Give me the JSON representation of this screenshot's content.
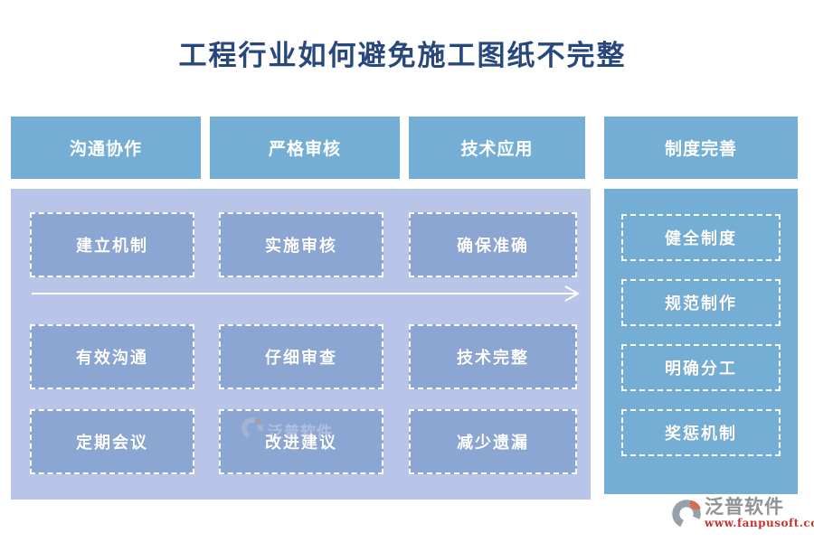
{
  "title": "工程行业如何避免施工图纸不完整",
  "columns": [
    {
      "header": "沟通协作",
      "items": [
        "建立机制",
        "有效沟通",
        "定期会议"
      ]
    },
    {
      "header": "严格审核",
      "items": [
        "实施审核",
        "仔细审查",
        "改进建议"
      ]
    },
    {
      "header": "技术应用",
      "items": [
        "确保准确",
        "技术完整",
        "减少遗漏"
      ]
    },
    {
      "header": "制度完善",
      "items": [
        "健全制度",
        "规范制作",
        "明确分工",
        "奖惩机制"
      ]
    }
  ],
  "branding": {
    "logo_text": "泛普软件",
    "website": "www.fanpusoft.com",
    "logo_icon": "fanpu-swirl-icon"
  },
  "colors": {
    "header_blue": "#74aed4",
    "panel_light_blue": "#b8c4e8",
    "cell_blue": "#8ba6d2",
    "title_navy": "#27477d",
    "brand_gray": "#8f9396",
    "brand_red": "#c5342c",
    "arrow_white": "#ffffff"
  }
}
